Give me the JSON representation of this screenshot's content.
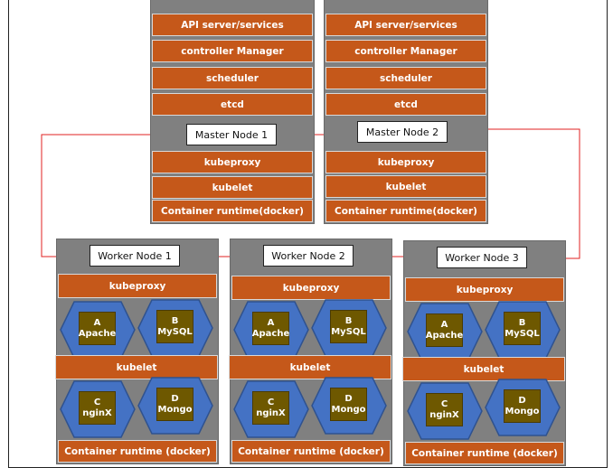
{
  "master_nodes": [
    {
      "name": "Master Node 1",
      "components": [
        "API server/services",
        "controller Manager",
        "scheduler",
        "etcd"
      ],
      "node_components": [
        "kubeproxy",
        "kubelet",
        "Container runtime(docker)"
      ]
    },
    {
      "name": "Master Node 2",
      "components": [
        "API server/services",
        "controller Manager",
        "scheduler",
        "etcd"
      ],
      "node_components": [
        "kubeproxy",
        "kubelet",
        "Container runtime(docker)"
      ]
    }
  ],
  "worker_nodes": [
    {
      "name": "Worker Node 1",
      "kubeproxy": "kubeproxy",
      "kubelet": "kubelet",
      "runtime": "Container runtime (docker)",
      "pods": [
        {
          "id": "A",
          "app": "Apache"
        },
        {
          "id": "B",
          "app": "MySQL"
        },
        {
          "id": "C",
          "app": "nginX"
        },
        {
          "id": "D",
          "app": "Mongo"
        }
      ]
    },
    {
      "name": "Worker Node 2",
      "kubeproxy": "kubeproxy",
      "kubelet": "kubelet",
      "runtime": "Container runtime (docker)",
      "pods": [
        {
          "id": "A",
          "app": "Apache"
        },
        {
          "id": "B",
          "app": "MySQL"
        },
        {
          "id": "C",
          "app": "nginX"
        },
        {
          "id": "D",
          "app": "Mongo"
        }
      ]
    },
    {
      "name": "Worker Node 3",
      "kubeproxy": "kubeproxy",
      "kubelet": "kubelet",
      "runtime": "Container runtime (docker)",
      "pods": [
        {
          "id": "A",
          "app": "Apache"
        },
        {
          "id": "B",
          "app": "MySQL"
        },
        {
          "id": "C",
          "app": "nginX"
        },
        {
          "id": "D",
          "app": "Mongo"
        }
      ]
    }
  ],
  "colors": {
    "node_bg": "#808080",
    "bar": "#c5581a",
    "pod": "#6e5800",
    "hex": "#4472c4",
    "connector": "#e02020"
  }
}
